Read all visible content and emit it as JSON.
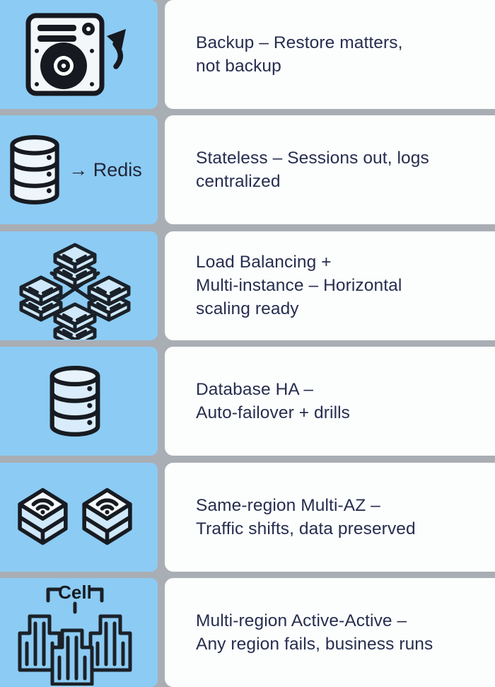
{
  "page": {
    "background_color": "#a9adb4",
    "panel_color": "#8ccbf3",
    "card_color": "#fcfdfd",
    "text_color": "#272e4f",
    "icon_stroke_color": "#1a2028",
    "icon_fill_light_blue": "#cfe8fa"
  },
  "rows": [
    {
      "icon": "hard-drive-restore-icon",
      "text": "Backup – Restore matters,\nnot backup"
    },
    {
      "icon": "database-to-redis-icon",
      "icon_caption": "→ Redis",
      "text": "Stateless – Sessions out, logs\ncentralized"
    },
    {
      "icon": "load-balancer-nodes-icon",
      "text": "Load Balancing +\nMulti-instance – Horizontal\nscaling ready"
    },
    {
      "icon": "database-icon",
      "text": "Database HA –\nAuto-failover + drills"
    },
    {
      "icon": "multi-az-wifi-boxes-icon",
      "text": "Same-region Multi-AZ –\nTraffic shifts, data preserved"
    },
    {
      "icon": "region-cell-buildings-icon",
      "icon_label": "Cell",
      "text": "Multi-region Active-Active –\nAny region fails, business runs"
    }
  ]
}
